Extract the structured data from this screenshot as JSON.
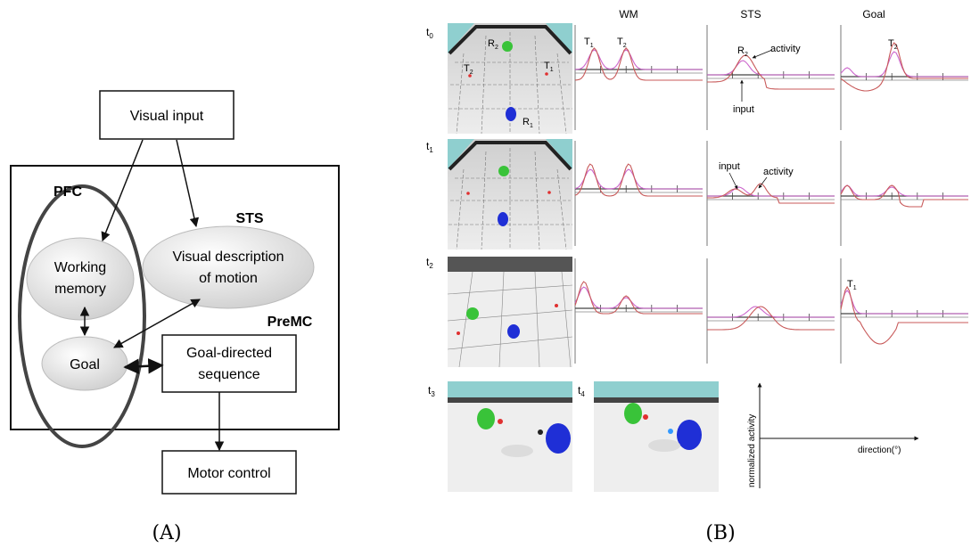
{
  "panel_a": {
    "caption": "(A)",
    "visual_input": "Visual input",
    "pfc": "PFC",
    "sts": "STS",
    "premc": "PreMC",
    "working_memory": [
      "Working",
      "memory"
    ],
    "visual_description": [
      "Visual description",
      "of motion"
    ],
    "goal": "Goal",
    "goal_directed": [
      "Goal-directed",
      "sequence"
    ],
    "motor_control": "Motor control"
  },
  "panel_b": {
    "caption": "(B)",
    "columns": [
      "WM",
      "STS",
      "Goal"
    ],
    "rows": [
      {
        "time": "t",
        "sub": "0"
      },
      {
        "time": "t",
        "sub": "1"
      },
      {
        "time": "t",
        "sub": "2"
      },
      {
        "time": "t",
        "sub": "3"
      }
    ],
    "t4": {
      "time": "t",
      "sub": "4"
    },
    "scene_labels": {
      "r2": {
        "main": "R",
        "sub": "2"
      },
      "r1": {
        "main": "R",
        "sub": "1"
      },
      "t2": {
        "main": "T",
        "sub": "2"
      },
      "t1": {
        "main": "T",
        "sub": "1"
      }
    },
    "wm_peaks": [
      {
        "main": "T",
        "sub": "1"
      },
      {
        "main": "T",
        "sub": "2"
      }
    ],
    "sts_r2": {
      "main": "R",
      "sub": "2"
    },
    "goal_t2": {
      "main": "T",
      "sub": "2"
    },
    "goal_t1": {
      "main": "T",
      "sub": "1"
    },
    "annotations": {
      "activity": "activity",
      "input": "input"
    },
    "legend_axes": {
      "y": "normalized activity",
      "x": "direction(°)"
    },
    "colors": {
      "activity_line": "#c85a5a",
      "input_line": "#cc66cc",
      "floor_wall": "#7fbfbf",
      "robot_green": "#39c339",
      "robot_blue": "#1f2fd6",
      "target_red": "#e03030"
    }
  }
}
